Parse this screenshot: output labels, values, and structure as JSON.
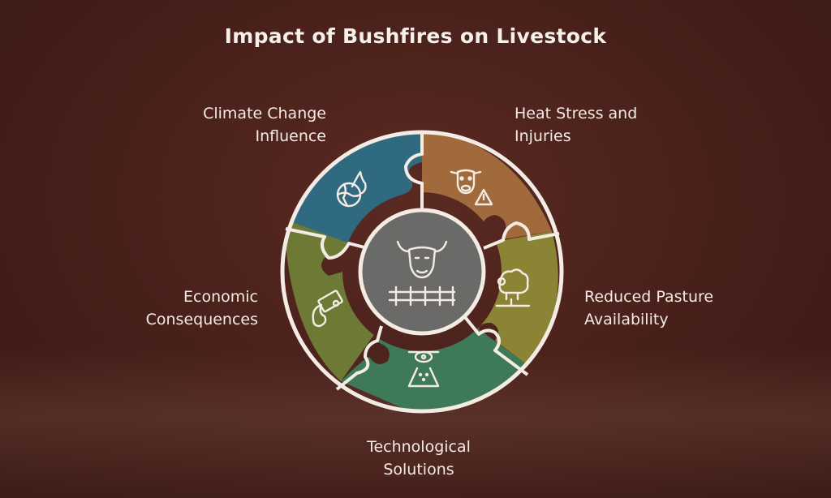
{
  "title": "Impact of Bushfires on Livestock",
  "center": {
    "icon": "cow-and-fence-icon"
  },
  "segments": [
    {
      "id": "climate",
      "label": "Climate Change\nInfluence",
      "icon": "globe-fire-icon",
      "color": "#2f6a80"
    },
    {
      "id": "heat",
      "label": "Heat Stress and\nInjuries",
      "icon": "cow-warning-icon",
      "color": "#a06a3c"
    },
    {
      "id": "pasture",
      "label": "Reduced Pasture\nAvailability",
      "icon": "sheep-tree-icon",
      "color": "#8a8434"
    },
    {
      "id": "tech",
      "label": "Technological\nSolutions",
      "icon": "drone-icon",
      "color": "#3f7a58"
    },
    {
      "id": "economic",
      "label": "Economic\nConsequences",
      "icon": "money-icon",
      "color": "#6d7a36"
    }
  ],
  "colors": {
    "center": "#6a6a68",
    "ring": "#f4ece4",
    "background": "#4a211b"
  }
}
